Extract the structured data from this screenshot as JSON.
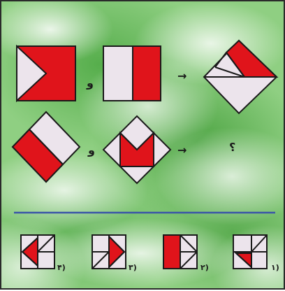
{
  "colors": {
    "fill_red": "#e0141b",
    "fill_light": "#ece4ec",
    "stroke": "#1a1a1a",
    "divider": "#3a55a8"
  },
  "conjunction_row1": "و",
  "conjunction_row2": "و",
  "arrow_row1": "→",
  "arrow_row2": "→",
  "question_mark": "؟",
  "options": [
    {
      "label": "۴)"
    },
    {
      "label": "۳)"
    },
    {
      "label": "۲)"
    },
    {
      "label": "۱)"
    }
  ]
}
